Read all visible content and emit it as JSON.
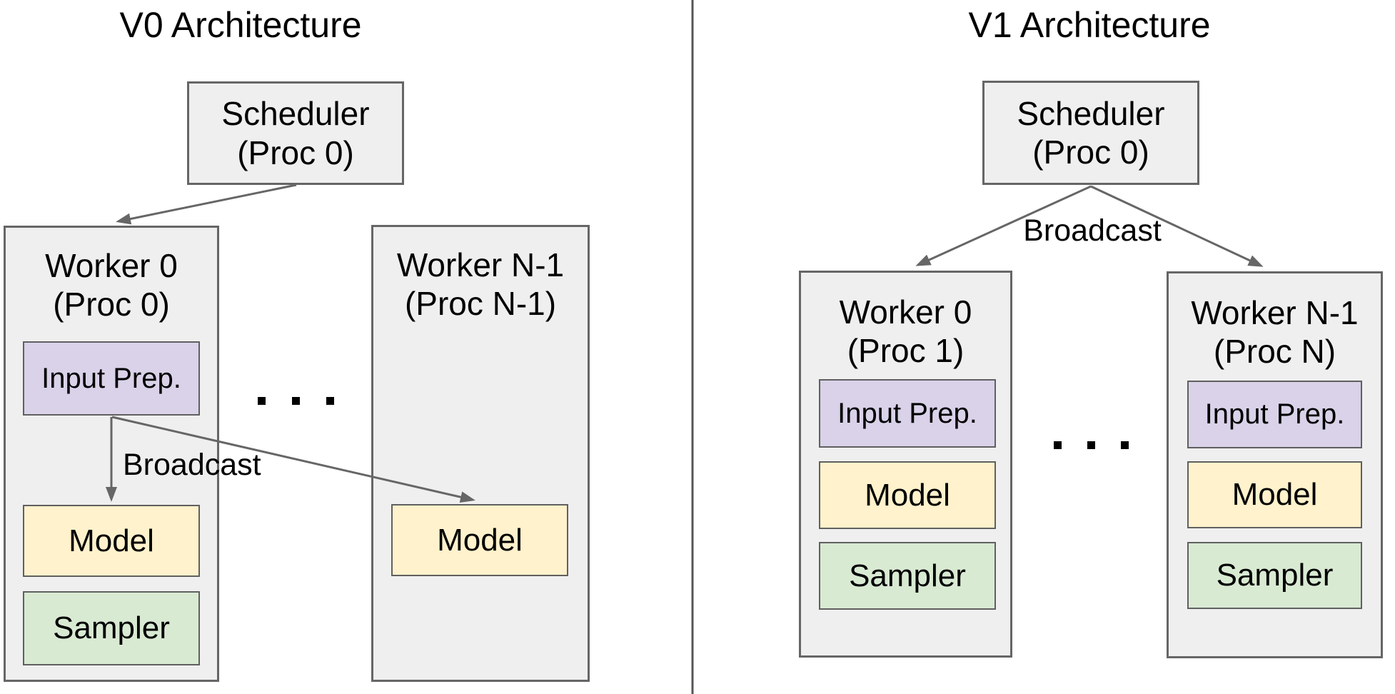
{
  "v0": {
    "title": "V0 Architecture",
    "scheduler": {
      "line1": "Scheduler",
      "line2": "(Proc 0)"
    },
    "broadcast": "Broadcast",
    "worker0": {
      "line1": "Worker 0",
      "line2": "(Proc 0)",
      "input_prep": "Input Prep.",
      "model": "Model",
      "sampler": "Sampler"
    },
    "workerN1": {
      "line1": "Worker N-1",
      "line2": "(Proc N-1)",
      "model": "Model"
    },
    "ellipsis_dot_count": 3
  },
  "v1": {
    "title": "V1 Architecture",
    "scheduler": {
      "line1": "Scheduler",
      "line2": "(Proc 0)"
    },
    "broadcast": "Broadcast",
    "worker0": {
      "line1": "Worker 0",
      "line2": "(Proc 1)",
      "input_prep": "Input Prep.",
      "model": "Model",
      "sampler": "Sampler"
    },
    "workerN1": {
      "line1": "Worker N-1",
      "line2": "(Proc N)",
      "input_prep": "Input Prep.",
      "model": "Model",
      "sampler": "Sampler"
    },
    "ellipsis_dot_count": 3
  },
  "colors": {
    "box_fill": "#efefef",
    "box_border": "#666666",
    "input_prep_fill": "#d9d2e9",
    "model_fill": "#fff2cc",
    "sampler_fill": "#d9ead3",
    "arrow": "#666666",
    "divider": "#555555",
    "text": "#000000"
  }
}
